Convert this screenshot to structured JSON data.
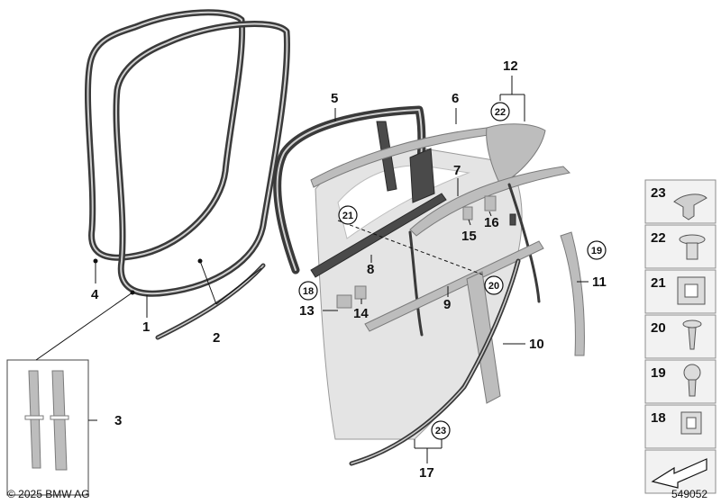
{
  "callouts": {
    "c1": "1",
    "c2": "2",
    "c3": "3",
    "c4": "4",
    "c5": "5",
    "c6": "6",
    "c7": "7",
    "c8": "8",
    "c9": "9",
    "c10": "10",
    "c11": "11",
    "c12": "12",
    "c13": "13",
    "c14": "14",
    "c15": "15",
    "c16": "16",
    "c17": "17",
    "r18": "18",
    "r19": "19",
    "r20": "20",
    "r21": "21",
    "r22": "22",
    "r23": "23"
  },
  "legend": {
    "items": [
      "23",
      "22",
      "21",
      "20",
      "19",
      "18"
    ]
  },
  "footer": {
    "copyright": "© 2025 BMW AG",
    "diagram_number": "549052"
  }
}
